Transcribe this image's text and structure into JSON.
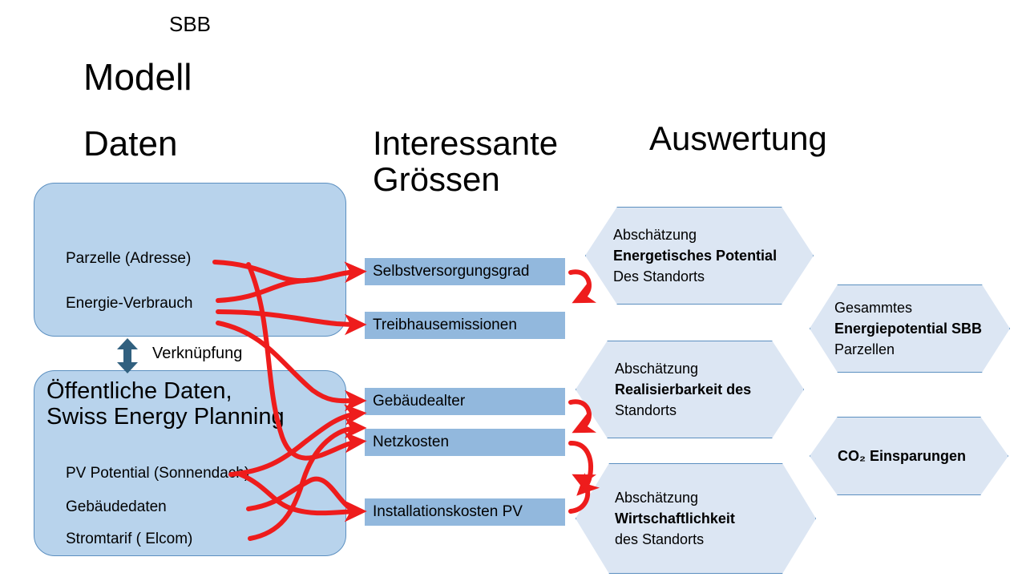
{
  "headings": {
    "modell": "Modell",
    "daten": "Daten",
    "interessante_groessen": "Interessante\nGrössen",
    "auswertung": "Auswertung"
  },
  "colors": {
    "data_box_fill": "#b8d3ec",
    "data_box_border": "#5b8fc0",
    "metric_box_fill": "#92b8dd",
    "hexagon_fill": "#dce6f3",
    "hexagon_border": "#5b8fc0",
    "arrow_red": "#ee1c1c",
    "link_arrow_blue": "#31607f"
  },
  "data_sources": [
    {
      "title": "SBB",
      "items": [
        "Parzelle (Adresse)",
        "Energie-Verbrauch"
      ]
    },
    {
      "title": "Öffentliche Daten,\nSwiss Energy Planning",
      "items": [
        "PV Potential (Sonnendach)",
        "Gebäudedaten",
        "Stromtarif ( Elcom)"
      ]
    }
  ],
  "link": {
    "label": "Verknüpfung",
    "icon": "double-arrow-vertical-icon"
  },
  "metrics": [
    "Selbstversorgungsgrad",
    "Treibhausemissionen",
    "Gebäudealter",
    "Netzkosten",
    "Installationskosten PV"
  ],
  "evaluations": [
    {
      "name": "energetisches-potential",
      "lines": [
        {
          "text": "Abschätzung",
          "bold": false
        },
        {
          "text": "Energetisches Potential",
          "bold": true
        },
        {
          "text": "Des Standorts",
          "bold": false
        }
      ]
    },
    {
      "name": "gesammtes-energiepotential-sbb",
      "lines": [
        {
          "text": "Gesammtes",
          "bold": false
        },
        {
          "text": "Energiepotential SBB",
          "bold": true
        },
        {
          "text": "Parzellen",
          "bold": false
        }
      ]
    },
    {
      "name": "realisierbarkeit",
      "lines": [
        {
          "text": "Abschätzung",
          "bold": false
        },
        {
          "text": "Realisierbarkeit des",
          "bold": true
        },
        {
          "text": "Standorts",
          "bold": false
        }
      ]
    },
    {
      "name": "co2-einsparungen",
      "lines": [
        {
          "text": "CO₂ Einsparungen",
          "bold": true
        }
      ]
    },
    {
      "name": "wirtschaftlichkeit",
      "lines": [
        {
          "text": "Abschätzung",
          "bold": false
        },
        {
          "text": "Wirtschaftlichkeit",
          "bold": true
        },
        {
          "text": "des Standorts",
          "bold": false
        }
      ]
    }
  ]
}
